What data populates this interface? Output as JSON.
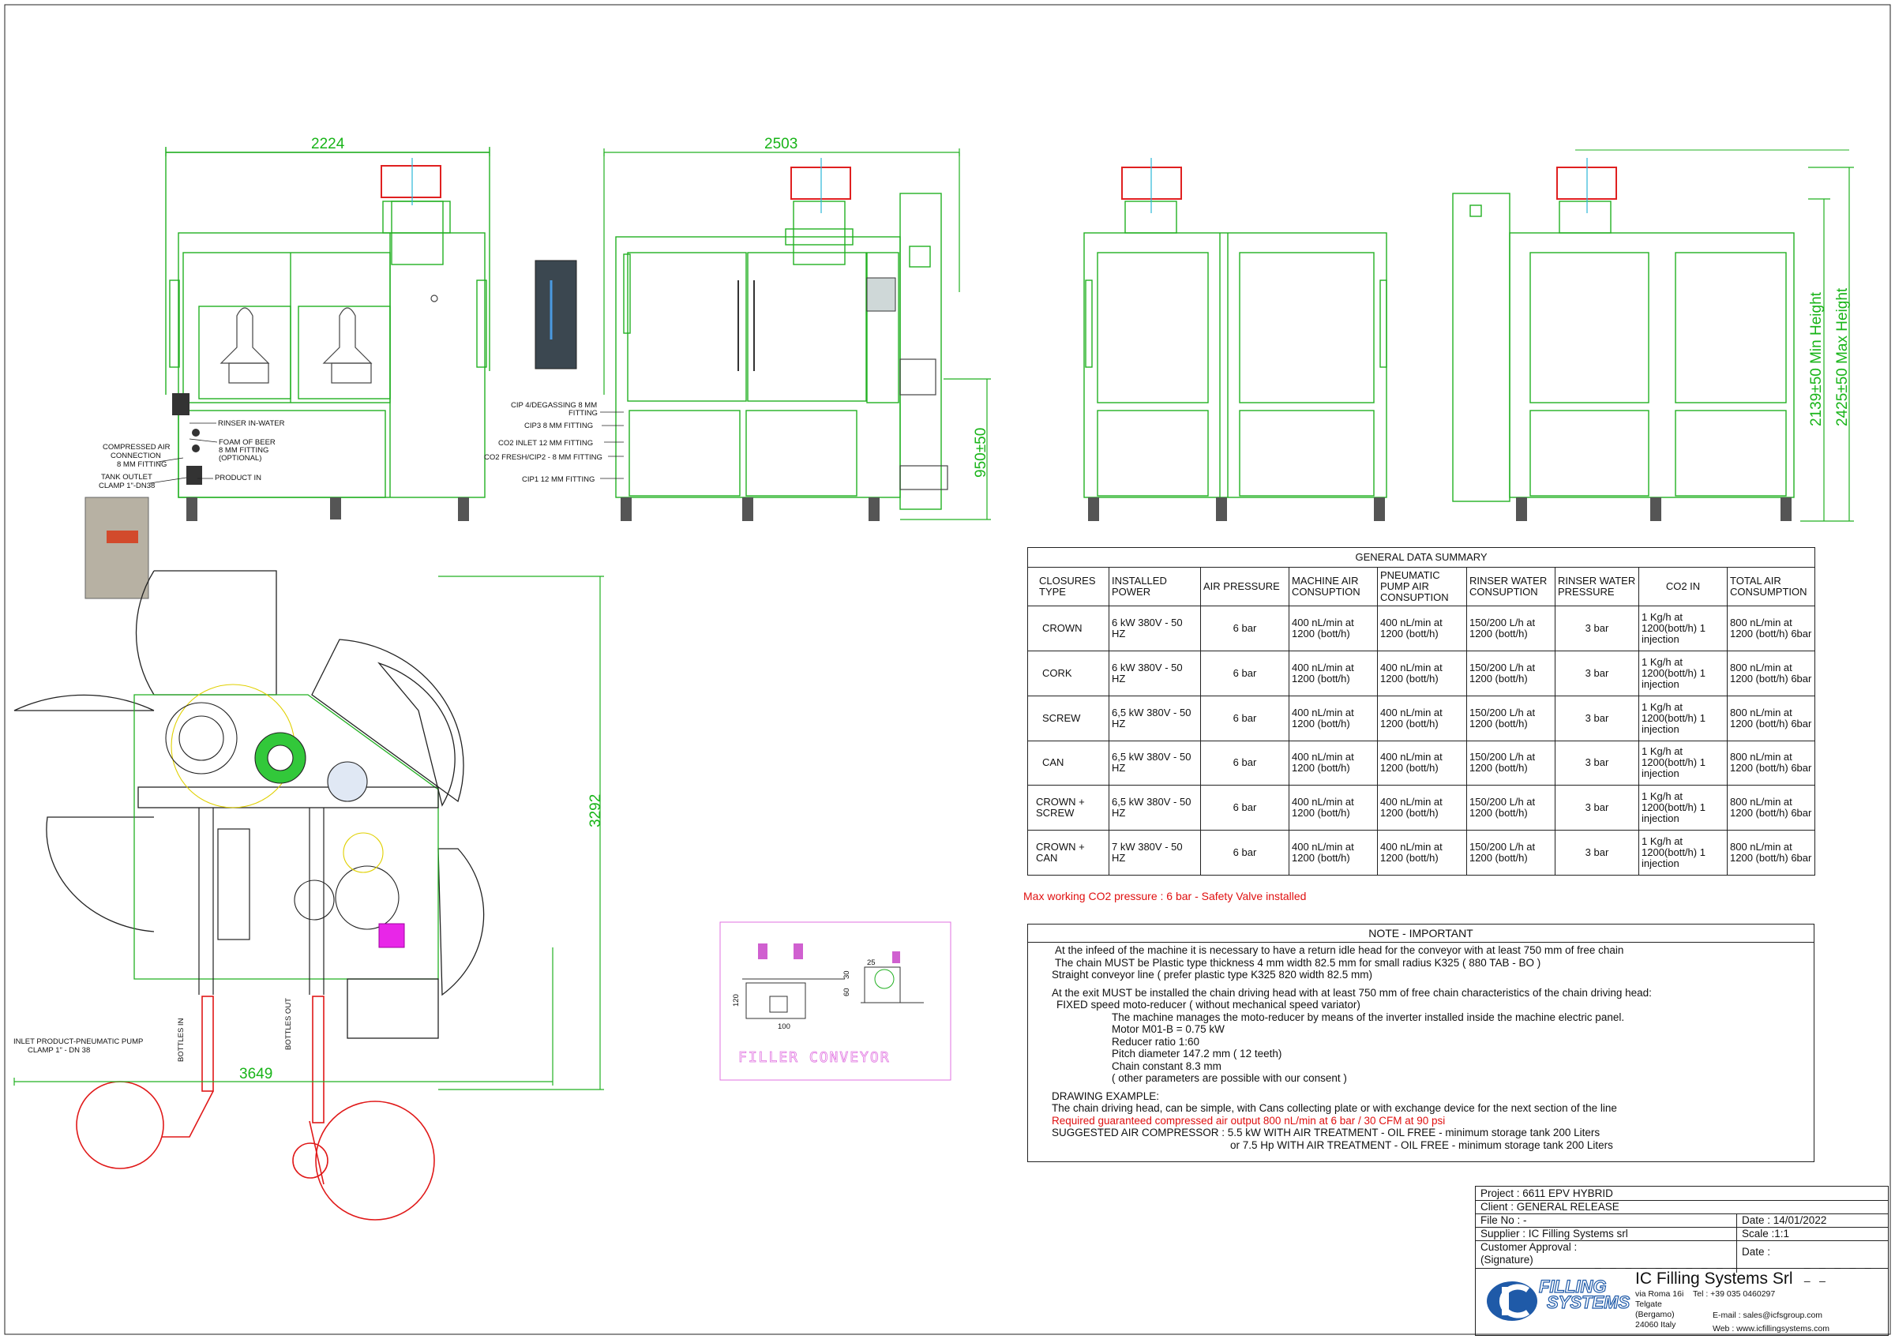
{
  "dimensions": {
    "left_width": "2224",
    "front_width": "2503",
    "conveyor_height": "950±50",
    "min_height": "2139±50 Min Height",
    "max_height": "2425±50 Max Height",
    "plan_depth": "3292",
    "plan_width": "3649",
    "conveyor_detail": [
      "120",
      "100",
      "60",
      "30",
      "25"
    ]
  },
  "callouts": {
    "rinser_in_water": "RINSER IN-WATER",
    "foam_of_beer": [
      "FOAM OF BEER",
      "8 MM FITTING",
      "(OPTIONAL)"
    ],
    "compressed_air": [
      "COMPRESSED AIR",
      "CONNECTION",
      "8 MM FITTING"
    ],
    "tank_outlet": [
      "TANK OUTLET",
      "CLAMP 1\"-DN38"
    ],
    "product_in": "PRODUCT IN",
    "cip4": [
      "CIP 4/DEGASSING 8 MM",
      "FITTING"
    ],
    "cip3": "CIP3 8 MM FITTING",
    "co2_inlet": "CO2 INLET 12 MM FITTING",
    "co2_fresh": "CO2 FRESH/CIP2 - 8 MM FITTING",
    "cip1": "CIP1 12 MM FITTING",
    "inlet_product": [
      "INLET PRODUCT-PNEUMATIC PUMP",
      "CLAMP 1\" - DN 38"
    ],
    "bottles_in": "BOTTLES IN",
    "bottles_out": "BOTTLES OUT",
    "filler_conveyor": "FILLER CONVEYOR"
  },
  "summary": {
    "title": "GENERAL DATA SUMMARY",
    "headers": [
      "CLOSURES TYPE",
      "INSTALLED POWER",
      "AIR PRESSURE",
      "MACHINE AIR CONSUPTION",
      "PNEUMATIC PUMP AIR CONSUPTION",
      "RINSER WATER CONSUPTION",
      "RINSER WATER PRESSURE",
      "CO2 IN",
      "TOTAL AIR CONSUMPTION"
    ],
    "rows": [
      [
        "CROWN",
        "6 kW 380V - 50 HZ",
        "6 bar",
        "400 nL/min at 1200 (bott/h)",
        "400 nL/min at 1200 (bott/h)",
        "150/200 L/h at 1200 (bott/h)",
        "3 bar",
        "1 Kg/h at 1200(bott/h) 1 injection",
        "800 nL/min at 1200 (bott/h) 6bar"
      ],
      [
        "CORK",
        "6 kW 380V - 50 HZ",
        "6 bar",
        "400 nL/min at 1200 (bott/h)",
        "400 nL/min at 1200 (bott/h)",
        "150/200 L/h at 1200 (bott/h)",
        "3 bar",
        "1 Kg/h at 1200(bott/h) 1 injection",
        "800 nL/min at 1200 (bott/h) 6bar"
      ],
      [
        "SCREW",
        "6,5 kW 380V - 50 HZ",
        "6 bar",
        "400 nL/min at 1200 (bott/h)",
        "400 nL/min at 1200 (bott/h)",
        "150/200 L/h at 1200 (bott/h)",
        "3 bar",
        "1 Kg/h at 1200(bott/h) 1 injection",
        "800 nL/min at 1200 (bott/h) 6bar"
      ],
      [
        "CAN",
        "6,5 kW 380V - 50 HZ",
        "6 bar",
        "400 nL/min at 1200 (bott/h)",
        "400 nL/min at 1200 (bott/h)",
        "150/200 L/h at 1200 (bott/h)",
        "3 bar",
        "1 Kg/h at 1200(bott/h) 1 injection",
        "800 nL/min at 1200 (bott/h) 6bar"
      ],
      [
        "CROWN + SCREW",
        "6,5 kW 380V - 50 HZ",
        "6 bar",
        "400 nL/min at 1200 (bott/h)",
        "400 nL/min at 1200 (bott/h)",
        "150/200 L/h at 1200 (bott/h)",
        "3 bar",
        "1 Kg/h at 1200(bott/h) 1 injection",
        "800 nL/min at 1200 (bott/h) 6bar"
      ],
      [
        "CROWN + CAN",
        "7 kW 380V - 50 HZ",
        "6 bar",
        "400 nL/min at 1200 (bott/h)",
        "400 nL/min at 1200 (bott/h)",
        "150/200 L/h at 1200 (bott/h)",
        "3 bar",
        "1 Kg/h at 1200(bott/h) 1 injection",
        "800 nL/min at 1200 (bott/h) 6bar"
      ]
    ]
  },
  "warning": "Max working CO2 pressure : 6 bar - Safety Valve installed",
  "note": {
    "title": "NOTE - IMPORTANT",
    "lines": [
      "At the infeed of the machine it is necessary to have a return idle head for the conveyor with at least 750 mm of free chain",
      "The chain MUST be Plastic type thickness 4 mm width 82.5 mm for small radius K325 ( 880 TAB - BO )",
      "Straight conveyor line ( prefer plastic type K325 820 width 82.5 mm)",
      "",
      "At the exit MUST be installed the chain driving head with at least 750 mm of free chain characteristics of the chain driving head:",
      "FIXED speed moto-reducer ( without mechanical speed variator)",
      "The machine manages the moto-reducer by means of the inverter installed inside the machine electric panel.",
      "Motor M01-B = 0.75 kW",
      "Reducer ratio 1:60",
      "Pitch diameter 147.2 mm ( 12 teeth)",
      "Chain constant 8.3 mm",
      "( other parameters are possible with our consent )",
      "",
      "DRAWING EXAMPLE:",
      "The chain driving head, can be simple, with Cans collecting plate or with exchange device for the next section of the line",
      "Required guaranteed compressed air output 800 nL/min at 6 bar / 30 CFM at 90 psi",
      "SUGGESTED AIR COMPRESSOR : 5.5 kW WITH AIR TREATMENT - OIL FREE - minimum storage tank 200 Liters",
      "or 7.5 Hp WITH AIR TREATMENT - OIL FREE - minimum storage tank 200 Liters"
    ]
  },
  "title_block": {
    "project": "Project :   6611 EPV HYBRID",
    "client": "Client :    GENERAL RELEASE",
    "file_no": "File No :   -",
    "date": "Date : 14/01/2022",
    "supplier": "Supplier : IC Filling Systems srl",
    "scale": "Scale :1:1",
    "customer_approval": "Customer Approval :",
    "signature": "(Signature)",
    "approval_date": "Date :",
    "company": "IC Filling Systems Srl",
    "address": [
      "via Roma 16i",
      "Telgate",
      "(Bergamo)",
      "24060 Italy"
    ],
    "tel": "Tel : +39 035 0460297",
    "email": "E-mail : sales@icfsgroup.com",
    "web": "Web : www.icfillingsystems.com",
    "logo_text": [
      "FILLING",
      "SYSTEMS"
    ]
  }
}
